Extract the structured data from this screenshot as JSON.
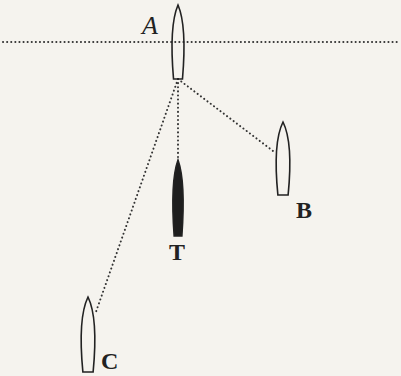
{
  "diagram": {
    "nodes": [
      {
        "text": [
          "A"
        ]
      },
      {
        "text": [
          "B"
        ]
      },
      {
        "text": [
          "T"
        ]
      },
      {
        "text": [
          "C"
        ]
      }
    ],
    "edges": [
      {
        "from": 0,
        "to": 3,
        "arrow": "none"
      },
      {
        "from": 0,
        "to": 2,
        "arrow": "none"
      },
      {
        "from": 0,
        "to": 1,
        "arrow": "none"
      }
    ]
  }
}
